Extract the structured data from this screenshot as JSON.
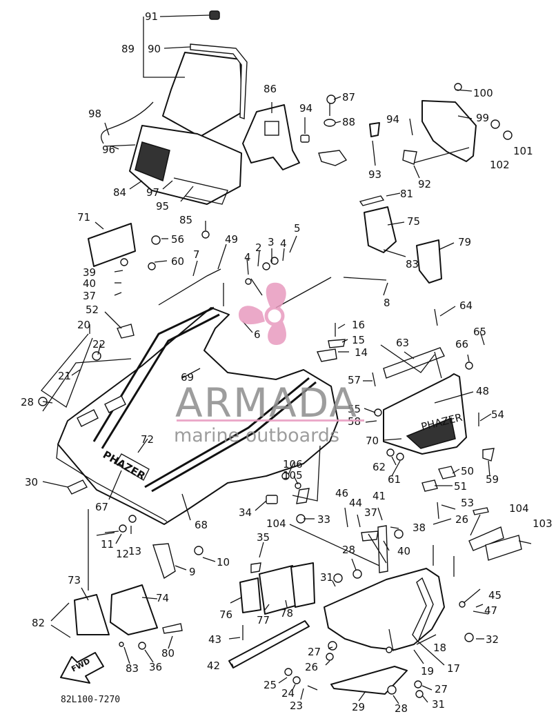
{
  "diagram": {
    "reference_code": "82L100-7270",
    "direction_arrow_label": "FWD",
    "hood_decal_text": "PHAZER",
    "side_panel_text": "PHAZER",
    "part_numbers": [
      "91",
      "89",
      "90",
      "98",
      "96",
      "84",
      "97",
      "95",
      "86",
      "94",
      "87",
      "88",
      "93",
      "94",
      "99",
      "100",
      "101",
      "102",
      "92",
      "81",
      "75",
      "79",
      "83",
      "71",
      "56",
      "60",
      "39",
      "40",
      "37",
      "52",
      "49",
      "85",
      "7",
      "2",
      "3",
      "4",
      "4",
      "5",
      "8",
      "6",
      "16",
      "15",
      "14",
      "64",
      "63",
      "66",
      "65",
      "20",
      "22",
      "21",
      "28",
      "69",
      "57",
      "55",
      "58",
      "48",
      "54",
      "70",
      "62",
      "61",
      "72",
      "67",
      "68",
      "30",
      "50",
      "59",
      "51",
      "106",
      "105",
      "104",
      "34",
      "33",
      "46",
      "44",
      "41",
      "37",
      "38",
      "40",
      "26",
      "104",
      "103",
      "53",
      "11",
      "12",
      "13",
      "10",
      "9",
      "35",
      "28",
      "31",
      "73",
      "74",
      "82",
      "76",
      "77",
      "78",
      "43",
      "42",
      "27",
      "26",
      "18",
      "19",
      "17",
      "47",
      "45",
      "32",
      "80",
      "83",
      "36",
      "25",
      "24",
      "23",
      "29",
      "28",
      "27",
      "31"
    ]
  },
  "watermark": {
    "brand": "ARMADA",
    "tagline": "marine outboards",
    "accent_color": "#e89bbf",
    "text_color": "#8c8c8c"
  }
}
